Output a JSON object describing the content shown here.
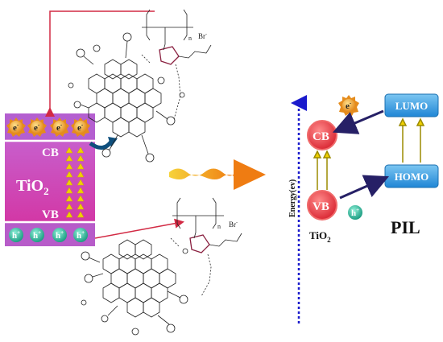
{
  "tio2_block": {
    "cb_label": "CB",
    "vb_label": "VB",
    "material_main": "TiO",
    "material_sub": "2",
    "electron_symbol": "e",
    "electron_charge": "-",
    "hole_symbol": "h",
    "hole_charge": "+",
    "electron_count": 4,
    "hole_count": 4
  },
  "molecule": {
    "counterion": "Br",
    "counterion_charge": "-",
    "repeat_index": "n"
  },
  "energy_diagram": {
    "axis_label": "Energy(ev)",
    "cb_label": "CB",
    "vb_label": "VB",
    "material_main": "TiO",
    "material_sub": "2",
    "lumo_label": "LUMO",
    "homo_label": "HOMO",
    "polymer_label": "PIL",
    "electron_symbol": "e",
    "electron_charge": "-",
    "hole_symbol": "h",
    "hole_charge": "+"
  },
  "colors": {
    "tio2_gradient_top": "#c46bd9",
    "tio2_gradient_bottom": "#d62c9a",
    "band_circle": "#e8424f",
    "electron_ball": "#f0a22d",
    "hole_ball": "#2bb79a",
    "level_box": "#2f9be3",
    "energy_axis": "#1a1acc",
    "transfer_arrow": "#262066",
    "connector_line": "#d22a44",
    "wave_arrow": "#f3b21a",
    "up_arrow": "#f0d000"
  }
}
